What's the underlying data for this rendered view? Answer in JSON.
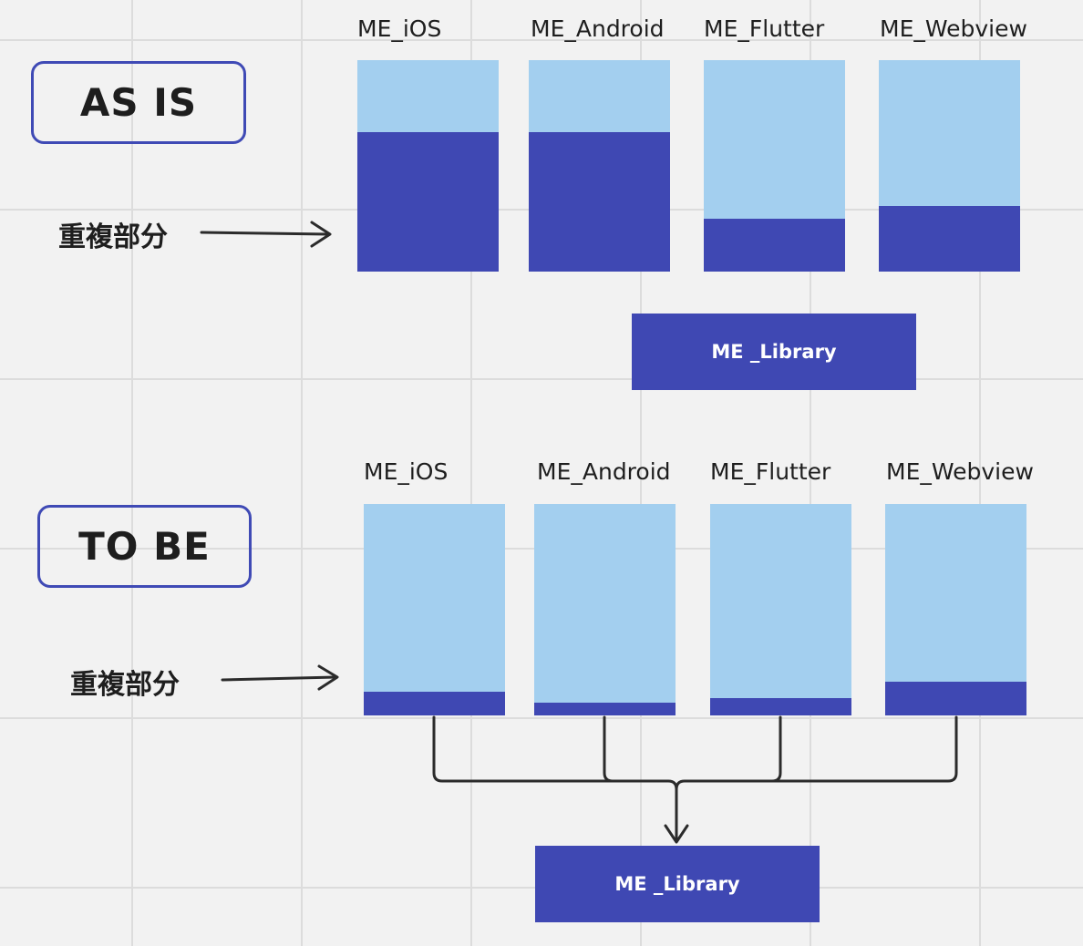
{
  "as_is": {
    "title": "AS IS",
    "duplicate_label": "重複部分",
    "library_label": "ME _Library",
    "columns": [
      {
        "label": "ME_iOS",
        "duplicate_fraction": 0.66
      },
      {
        "label": "ME_Android",
        "duplicate_fraction": 0.66
      },
      {
        "label": "ME_Flutter",
        "duplicate_fraction": 0.25
      },
      {
        "label": "ME_Webview",
        "duplicate_fraction": 0.31
      }
    ]
  },
  "to_be": {
    "title": "TO BE",
    "duplicate_label": "重複部分",
    "library_label": "ME _Library",
    "columns": [
      {
        "label": "ME_iOS",
        "duplicate_fraction": 0.11
      },
      {
        "label": "ME_Android",
        "duplicate_fraction": 0.06
      },
      {
        "label": "ME_Flutter",
        "duplicate_fraction": 0.08
      },
      {
        "label": "ME_Webview",
        "duplicate_fraction": 0.16
      }
    ]
  },
  "colors": {
    "column_fill": "#a3cfef",
    "duplicate_fill": "#3f48b3",
    "box_border": "#3f4ab5",
    "arrow": "#2b2b2b"
  }
}
